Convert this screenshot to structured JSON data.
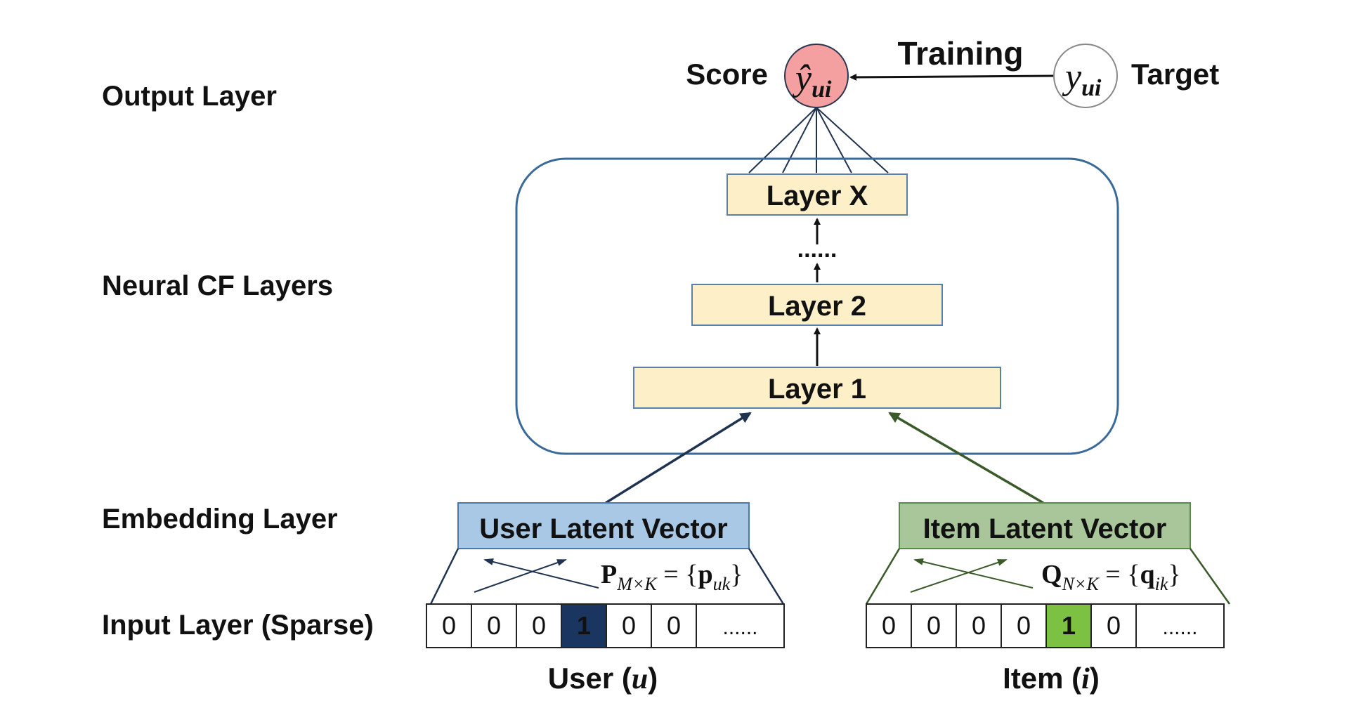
{
  "row_labels": {
    "output": "Output Layer",
    "neural": "Neural CF Layers",
    "embedding": "Embedding Layer",
    "input": "Input Layer (Sparse)"
  },
  "output": {
    "score_label": "Score",
    "training_label": "Training",
    "target_label": "Target",
    "score_symbol_base": "ŷ",
    "target_symbol_base": "y",
    "symbol_subscript": "ui",
    "score_fill": "#f4a0a0"
  },
  "layers": {
    "top": "Layer X",
    "middle": "Layer 2",
    "bottom": "Layer 1",
    "ellipsis": "......",
    "fill": "#fdf0c8"
  },
  "embedding": {
    "user_label": "User Latent Vector",
    "item_label": "Item Latent Vector",
    "user_fill": "#a9c8e6",
    "item_fill": "#a9c59a",
    "user_matrix": {
      "letter": "P",
      "dims": "M×K",
      "eq": " = {",
      "elem": "p",
      "sub": "uk",
      "close": "}"
    },
    "item_matrix": {
      "letter": "Q",
      "dims": "N×K",
      "eq": " = {",
      "elem": "q",
      "sub": "ik",
      "close": "}"
    }
  },
  "input": {
    "user_cells": [
      "0",
      "0",
      "0",
      "1",
      "0",
      "0",
      "......"
    ],
    "item_cells": [
      "0",
      "0",
      "0",
      "0",
      "1",
      "0",
      "......"
    ],
    "user_active_index": 3,
    "item_active_index": 4,
    "user_active_fill": "#1a3560",
    "item_active_fill": "#7cc142",
    "user_caption": "User",
    "user_var": "u",
    "item_caption": "Item",
    "item_var": "i"
  }
}
